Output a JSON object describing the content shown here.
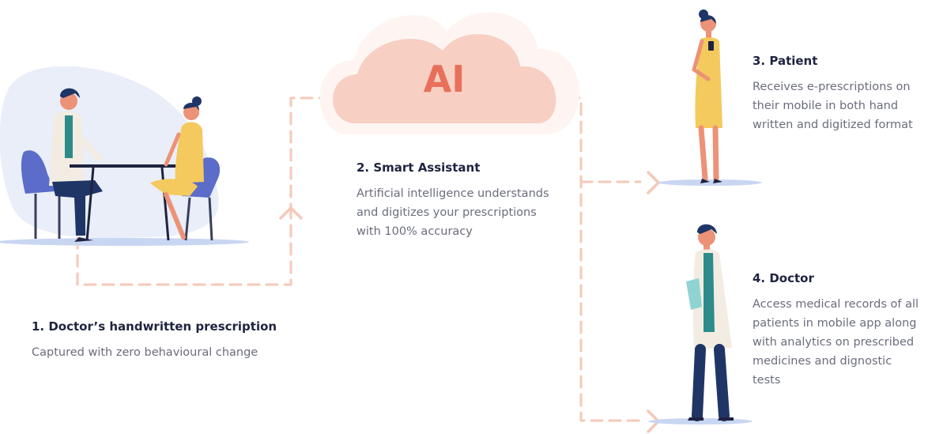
{
  "cloud": {
    "label": "AI"
  },
  "steps": [
    {
      "title": "1. Doctor’s handwritten prescription",
      "description": "Captured with zero behavioural change"
    },
    {
      "title": "2. Smart Assistant",
      "description": "Artificial intelligence understands and digitizes your prescriptions with 100% accuracy"
    },
    {
      "title": "3. Patient",
      "description": "Receives e-prescriptions on their mobile in both hand written and digitized format"
    },
    {
      "title": "4. Doctor",
      "description": "Access medical records of all patients in mobile app along with analytics on prescribed medicines and dignostic tests"
    }
  ],
  "colors": {
    "connector": "#f6c8b8",
    "cloud": "#f7cfc3",
    "accent": "#e8705a",
    "heading": "#1e2340",
    "body": "#6a6d7c",
    "shadow": "#c9d6f2"
  }
}
